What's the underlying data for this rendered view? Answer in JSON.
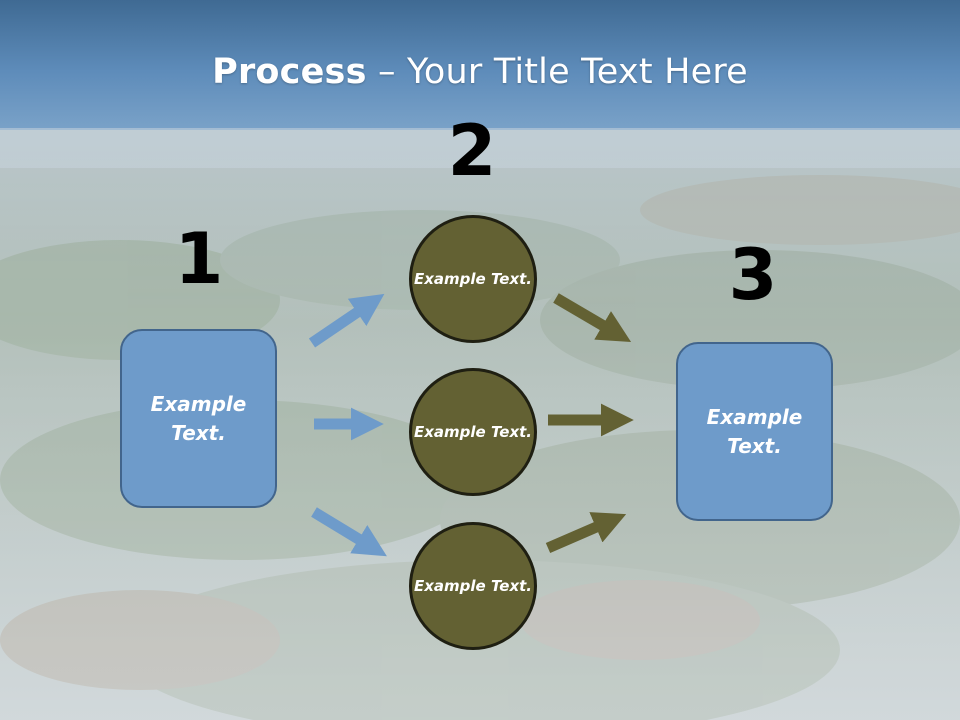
{
  "title": {
    "bold": "Process",
    "rest": " – Your Title Text Here"
  },
  "steps": {
    "one": {
      "number": "1",
      "line1": "Example",
      "line2": "Text."
    },
    "two": [
      {
        "number": "2",
        "line1": "Example",
        "line2": "Text."
      },
      {
        "line1": "Example",
        "line2": "Text."
      },
      {
        "line1": "Example",
        "line2": "Text."
      }
    ],
    "three": {
      "number": "3",
      "line1": "Example",
      "line2": "Text."
    }
  },
  "colors": {
    "box_fill": "#6e9bca",
    "circle_fill": "#636133",
    "arrow_blue": "#6e9bca",
    "arrow_olive": "#636133"
  }
}
